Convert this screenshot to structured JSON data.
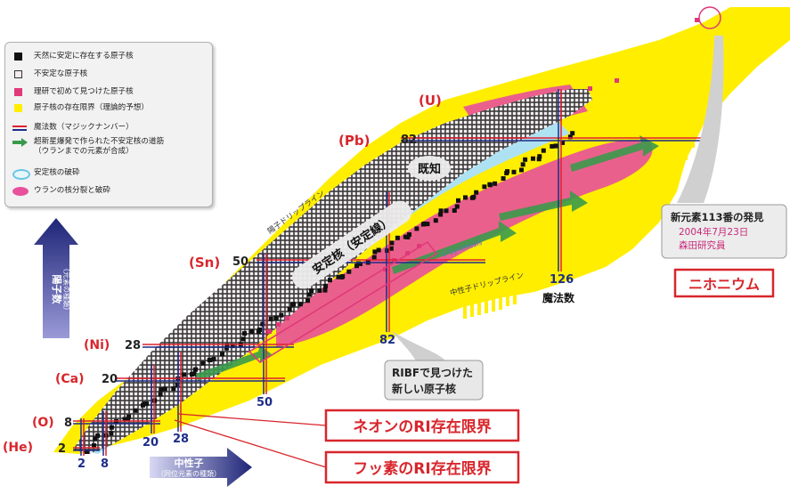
{
  "legend": {
    "stable": "天然に安定に存在する原子核",
    "unstable": "不安定な原子核",
    "riken_new": "理研で初めて見つけた原子核",
    "limit": "原子核の存在限界（理論的予想）",
    "magic": "魔法数（マジックナンバー）",
    "path_line1": "超新星爆発で作られた不安定核の道筋",
    "path_line2": "（ウランまでの元素が合成）",
    "stable_fragment": "安定核の破砕",
    "uranium_fission": "ウランの核分裂と破砕"
  },
  "elements": {
    "he": "(He)",
    "o": "(O)",
    "ca": "(Ca)",
    "ni": "(Ni)",
    "sn": "(Sn)",
    "pb": "(Pb)",
    "u": "(U)"
  },
  "proton_magic": {
    "p2": "2",
    "p8": "8",
    "p20": "20",
    "p28": "28",
    "p50": "50",
    "p82": "82"
  },
  "neutron_magic": {
    "n2": "2",
    "n8": "8",
    "n20": "20",
    "n28": "28",
    "n50": "50",
    "n82": "82",
    "n126": "126"
  },
  "magic_number_label": "魔法数",
  "region_labels": {
    "known": "既知",
    "stable_nuclei": "安定核（安定線）",
    "proton_drip": "陽子ドリップライン",
    "neutron_drip": "中性子ドリップライン",
    "u_synthesis": "U Synthesis"
  },
  "axes": {
    "proton": "陽子数",
    "proton_sub": "（元素の種類）",
    "neutron": "中性子",
    "neutron_sub": "（同位元素の種類）"
  },
  "callouts": {
    "ribf_line1": "RIBFで見つけた",
    "ribf_line2": "新しい原子核",
    "element113_title": "新元素113番の発見",
    "element113_date": "2004年7月23日",
    "element113_team": "森田研究員",
    "nihonium": "ニホニウム",
    "neon_limit": "ネオンのRI存在限界",
    "fluorine_limit": "フッ素のRI存在限界"
  },
  "colors": {
    "stable": "#111111",
    "unstable": "#f4ecf0",
    "riken": "#e0397a",
    "limit": "#ffee00",
    "fragment": "#aee2f2",
    "fission": "#e8509b",
    "path": "#3a9a4c",
    "magic_red": "#e02030",
    "magic_blue": "#1e2d88",
    "label_red": "#d8262c",
    "axis_blue": "#2b2f8c"
  }
}
